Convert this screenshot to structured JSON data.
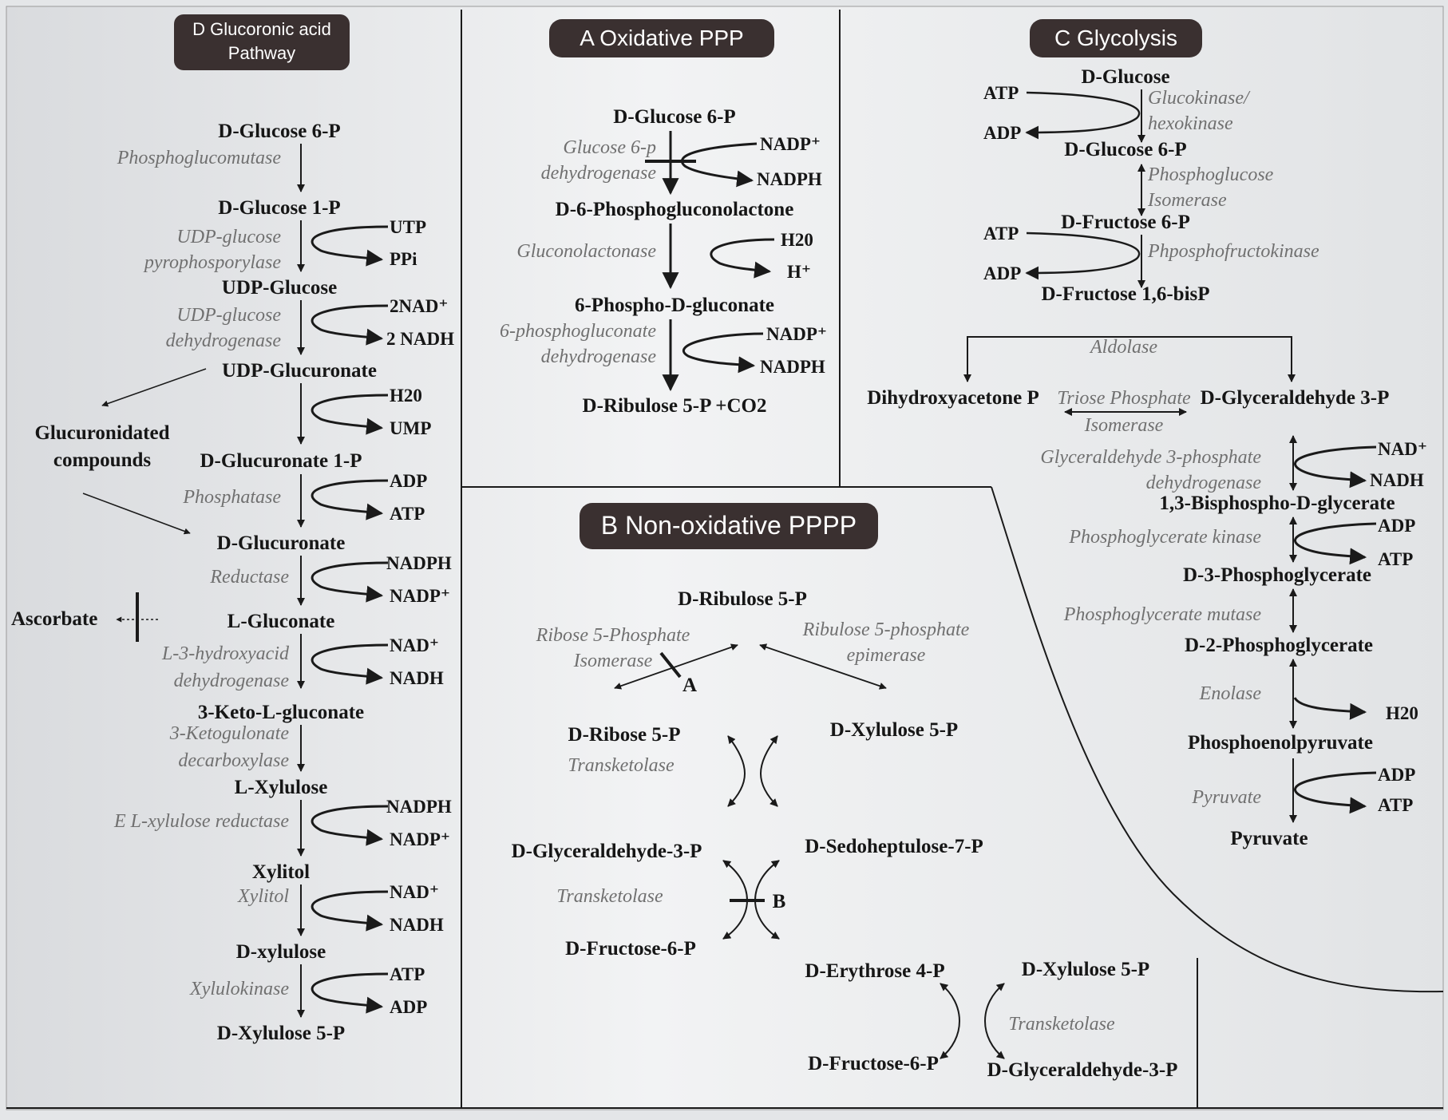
{
  "panels": {
    "glucuronic": {
      "title_line1": "D Glucoronic acid",
      "title_line2": "Pathway",
      "metabolites": [
        "D-Glucose 6-P",
        "D-Glucose 1-P",
        "UDP-Glucose",
        "UDP-Glucuronate",
        "D-Glucuronate 1-P",
        "D-Glucuronate",
        "L-Gluconate",
        "3-Keto-L-gluconate",
        "L-Xylulose",
        "Xylitol",
        "D-xylulose",
        "D-Xylulose 5-P"
      ],
      "side_products": [
        "Glucuronidated",
        "compounds",
        "Ascorbate"
      ],
      "enzymes": [
        "Phosphoglucomutase",
        "UDP-glucose",
        "pyrophosporylase",
        "UDP-glucose",
        "dehydrogenase",
        "Phosphatase",
        "Reductase",
        "L-3-hydroxyacid",
        "dehydrogenase",
        "3-Ketogulonate",
        "decarboxylase",
        "E L-xylulose reductase",
        "Xylitol",
        "Xylulokinase"
      ],
      "cofactors": [
        "UTP",
        "PPi",
        "2NAD⁺",
        "2 NADH",
        "H20",
        "UMP",
        "ADP",
        "ATP",
        "NADPH",
        "NADP⁺",
        "NAD⁺",
        "NADH",
        "NADPH",
        "NADP⁺",
        "NAD⁺",
        "NADH",
        "ATP",
        "ADP"
      ]
    },
    "oxidative": {
      "title": "A Oxidative PPP",
      "metabolites": [
        "D-Glucose 6-P",
        "D-6-Phosphogluconolactone",
        "6-Phospho-D-gluconate",
        "D-Ribulose 5-P +CO2"
      ],
      "enzymes": [
        "Glucose 6-p",
        "dehydrogenase",
        "Gluconolactonase",
        "6-phosphogluconate",
        "dehydrogenase"
      ],
      "cofactors": [
        "NADP⁺",
        "NADPH",
        "H20",
        "H⁺",
        "NADP⁺",
        "NADPH"
      ]
    },
    "nonoxidative": {
      "title": "B Non-oxidative PPPP",
      "metabolites": [
        "D-Ribulose 5-P",
        "D-Ribose 5-P",
        "D-Xylulose 5-P",
        "D-Glyceraldehyde-3-P",
        "D-Sedoheptulose-7-P",
        "D-Fructose-6-P",
        "D-Erythrose 4-P",
        "D-Xylulose 5-P",
        "D-Fructose-6-P",
        "D-Glyceraldehyde-3-P"
      ],
      "enzymes": [
        "Ribose 5-Phosphate",
        "Isomerase",
        "Ribulose 5-phosphate",
        "epimerase",
        "Transketolase",
        "Transketolase",
        "Transketolase"
      ],
      "markers": [
        "A",
        "B"
      ]
    },
    "glycolysis": {
      "title": "C Glycolysis",
      "metabolites": [
        "D-Glucose",
        "D-Glucose 6-P",
        "D-Fructose 6-P",
        "D-Fructose 1,6-bisP",
        "Dihydroxyacetone P",
        "D-Glyceraldehyde 3-P",
        "1,3-Bisphospho-D-glycerate",
        "D-3-Phosphoglycerate",
        "D-2-Phosphoglycerate",
        "Phosphoenolpyruvate",
        "Pyruvate"
      ],
      "enzymes": [
        "Glucokinase/",
        "hexokinase",
        "Phosphoglucose",
        "Isomerase",
        "Phposphofructokinase",
        "Aldolase",
        "Triose Phosphate",
        "Isomerase",
        "Glyceraldehyde 3-phosphate",
        "dehydrogenase",
        "Phosphoglycerate kinase",
        "Phosphoglycerate mutase",
        "Enolase",
        "Pyruvate"
      ],
      "cofactors": [
        "ATP",
        "ADP",
        "ATP",
        "ADP",
        "NAD⁺",
        "NADH",
        "ADP",
        "ATP",
        "H20",
        "ADP",
        "ATP"
      ]
    }
  }
}
